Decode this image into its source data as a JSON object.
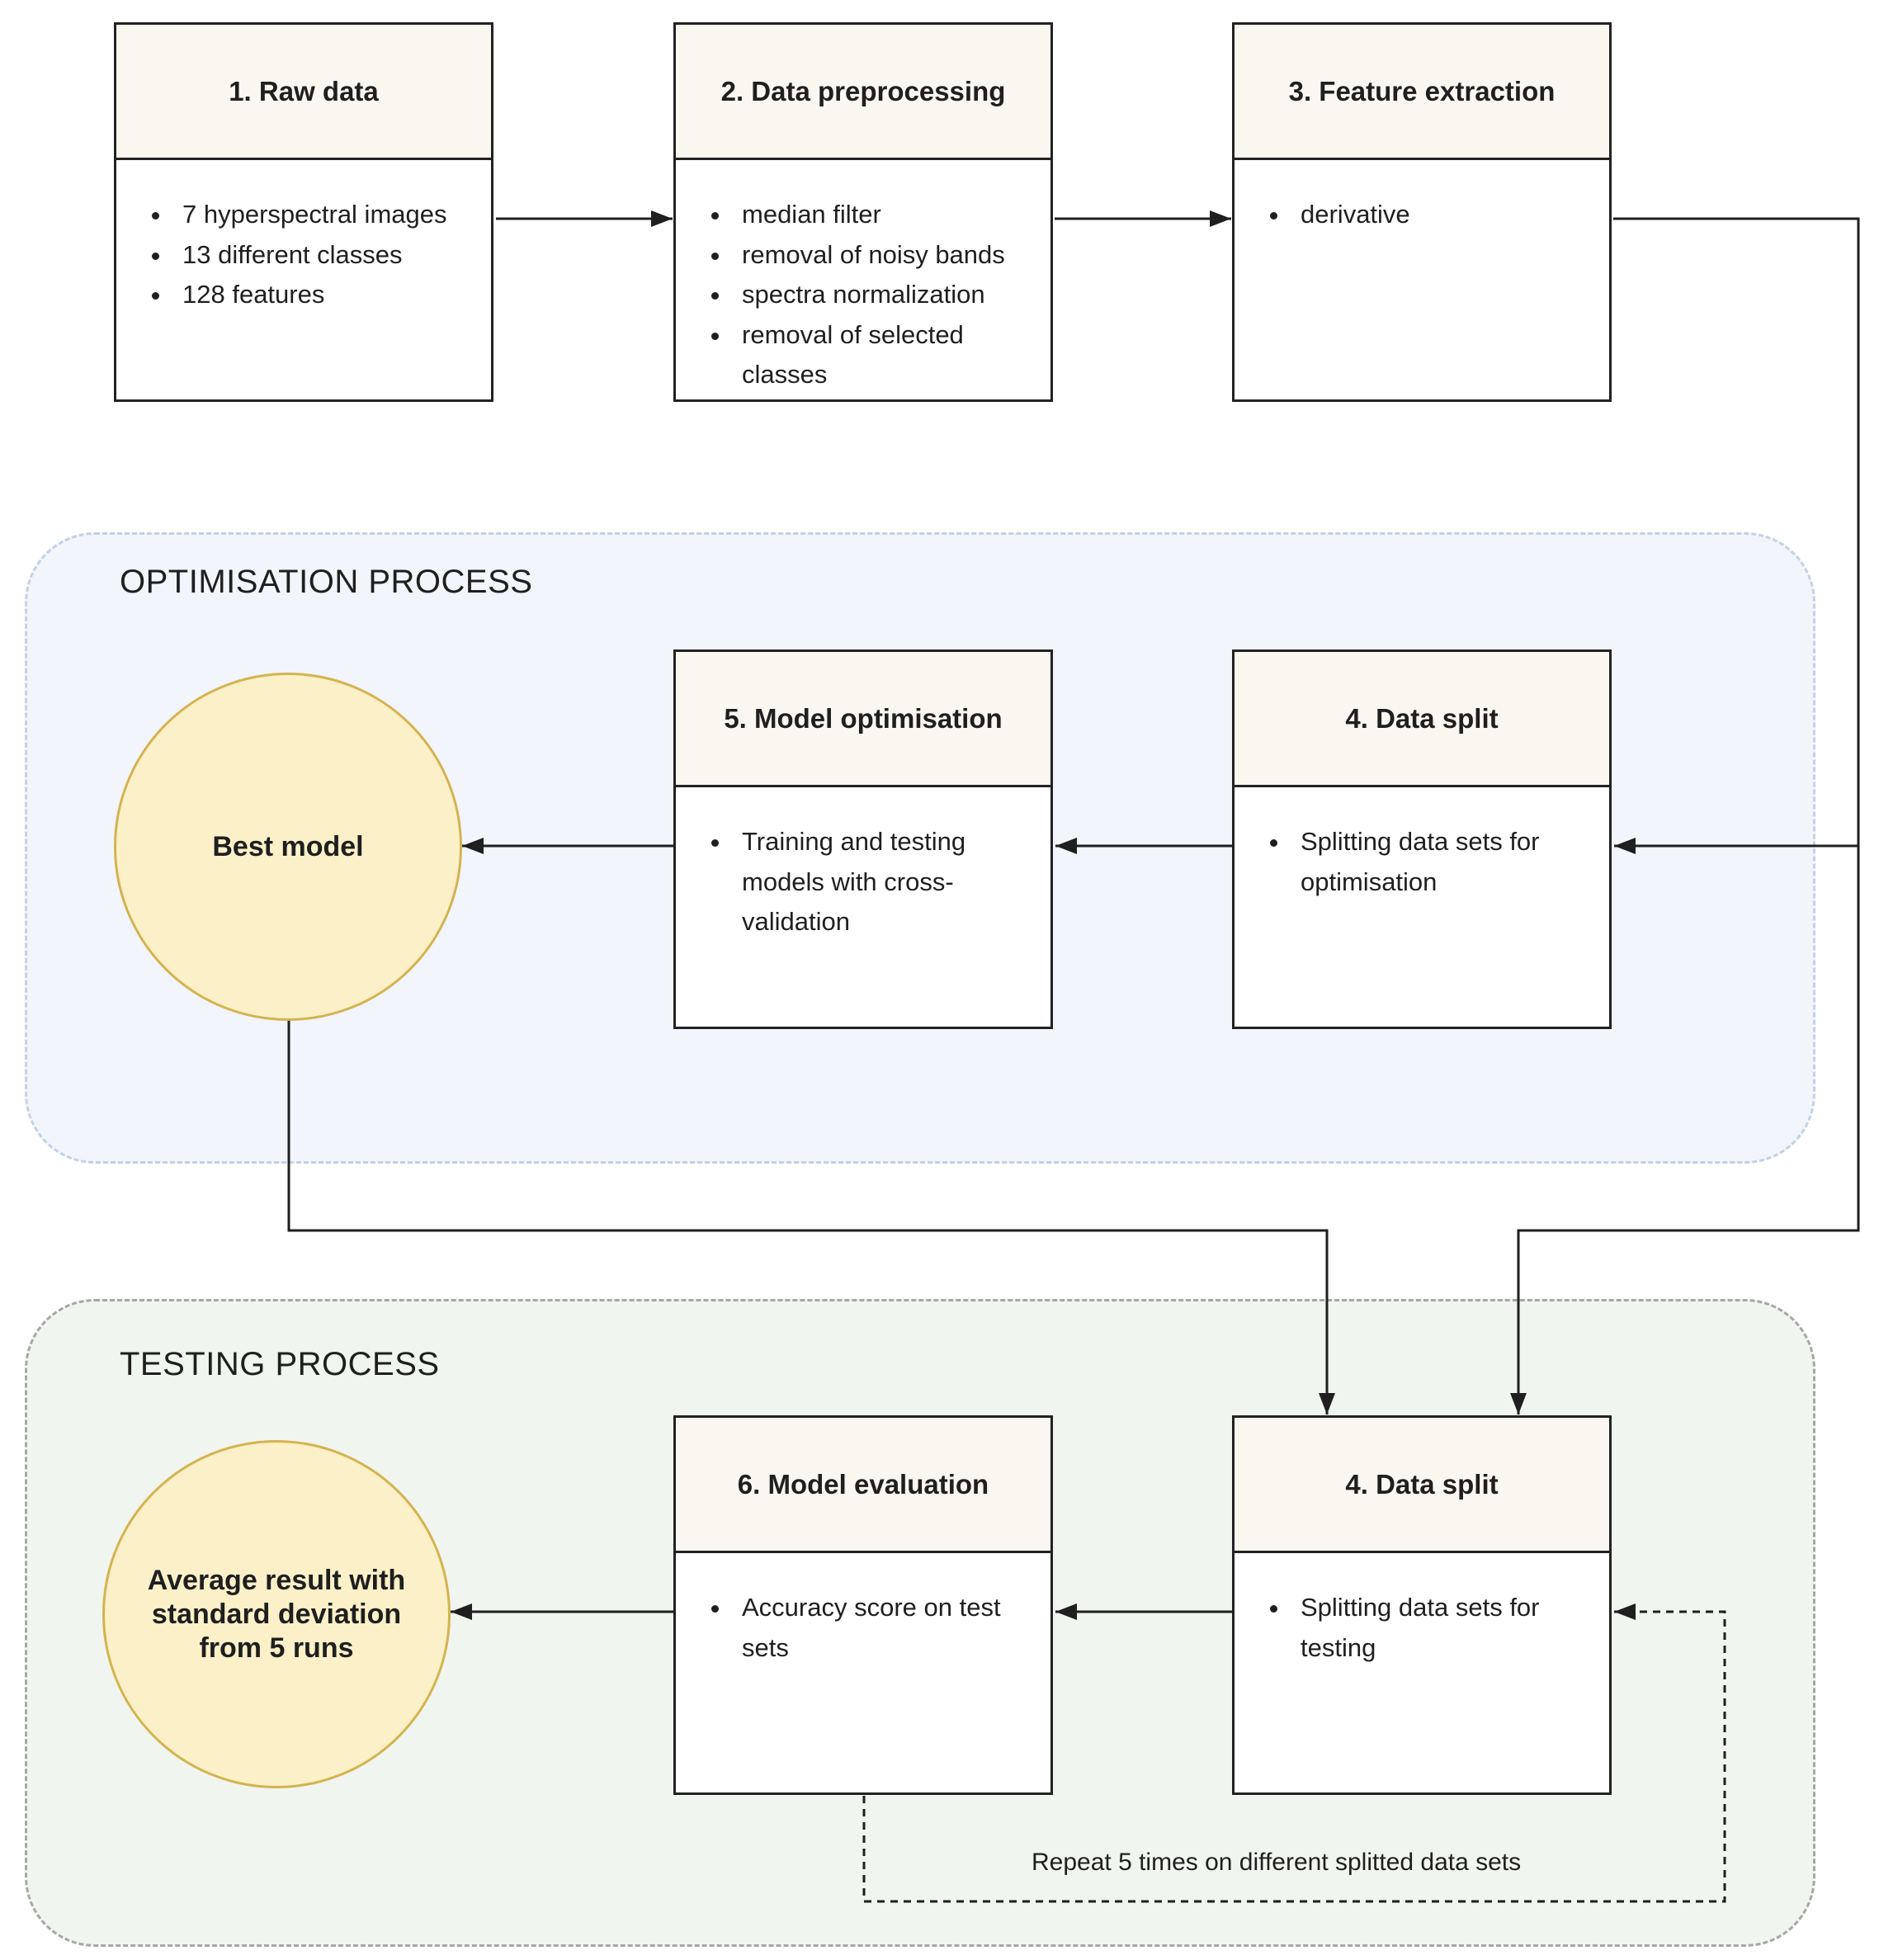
{
  "regions": {
    "optimisation": {
      "title": "OPTIMISATION PROCESS"
    },
    "testing": {
      "title": "TESTING PROCESS"
    }
  },
  "boxes": {
    "raw_data": {
      "title": "1. Raw data",
      "items": [
        "7 hyperspectral images",
        "13 different classes",
        "128 features"
      ]
    },
    "preprocessing": {
      "title": "2. Data preprocessing",
      "items": [
        "median filter",
        "removal of noisy bands",
        "spectra normalization",
        "removal of selected classes"
      ]
    },
    "feature_extraction": {
      "title": "3. Feature extraction",
      "items": [
        "derivative"
      ]
    },
    "data_split_opt": {
      "title": "4. Data split",
      "items": [
        "Splitting data sets for optimisation"
      ]
    },
    "model_optimisation": {
      "title": "5. Model optimisation",
      "items": [
        "Training and testing models with cross-validation"
      ]
    },
    "data_split_test": {
      "title": "4. Data split",
      "items": [
        "Splitting data sets for testing"
      ]
    },
    "model_evaluation": {
      "title": "6. Model evaluation",
      "items": [
        "Accuracy score on test sets"
      ]
    }
  },
  "circles": {
    "best_model": "Best model",
    "average_result": [
      "Average result with",
      "standard deviation",
      "from 5 runs"
    ]
  },
  "loop_note": "Repeat 5 times on different splitted data sets",
  "colors": {
    "header_fill": "#f9f7ef",
    "circle_fill": "#fcf0c8",
    "circle_border": "#d4b34f",
    "optimisation_region": "#f2f5fb",
    "testing_region": "#f1f5ef",
    "line": "#1f1f1f"
  }
}
